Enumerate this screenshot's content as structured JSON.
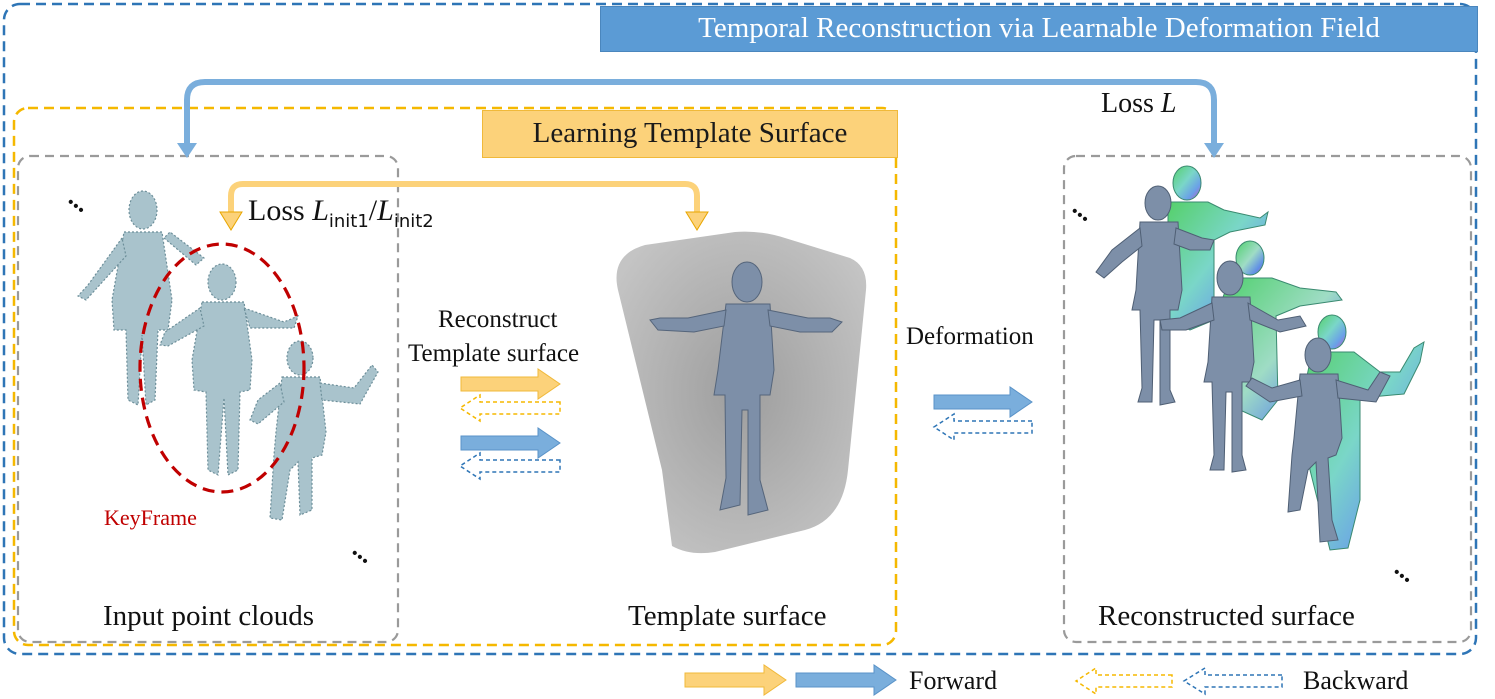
{
  "outer_title": "Temporal Reconstruction via Learnable Deformation Field",
  "inner_title": "Learning Template Surface",
  "loss_outer": {
    "prefix": "Loss",
    "symbol": "L"
  },
  "loss_inner": {
    "prefix": "Loss",
    "symbol": "L",
    "sub1": "init1",
    "slash": "/",
    "sub2": "init2"
  },
  "keyframe_label": "KeyFrame",
  "reconstruct_label_line1": "Reconstruct",
  "reconstruct_label_line2": "Template surface",
  "deformation_label": "Deformation",
  "panel_labels": {
    "input": "Input point clouds",
    "template": "Template surface",
    "reconstructed": "Reconstructed surface"
  },
  "legend": {
    "forward": "Forward",
    "backward": "Backward"
  },
  "ellipsis": "...",
  "colors": {
    "outer_border": "#2e75b6",
    "inner_border": "#f5b800",
    "panel_border": "#9a9a9a",
    "blue_arrow": "#7aaedc",
    "yellow_arrow": "#fcd27a",
    "keyframe_red": "#c00000",
    "mesh_gray": "#7d8fa8",
    "pointcloud": "#a9c3cc"
  }
}
